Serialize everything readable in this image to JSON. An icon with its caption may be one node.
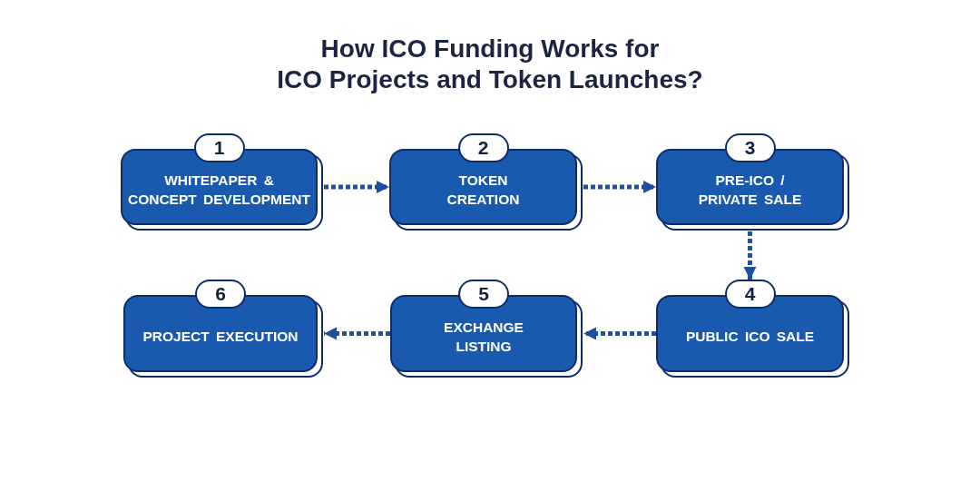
{
  "diagram": {
    "title": "How ICO Funding Works for ICO Projects and Token Launches?",
    "nodes": [
      {
        "text": [
          "1",
          "WHITEPAPER & CONCEPT DEVELOPMENT"
        ]
      },
      {
        "text": [
          "2",
          "TOKEN CREATION"
        ]
      },
      {
        "text": [
          "3",
          "PRE-ICO / PRIVATE SALE"
        ]
      },
      {
        "text": [
          "4",
          "PUBLIC ICO SALE"
        ]
      },
      {
        "text": [
          "5",
          "EXCHANGE LISTING"
        ]
      },
      {
        "text": [
          "6",
          "PROJECT EXECUTION"
        ]
      }
    ],
    "edges": [
      {
        "from": 0,
        "to": 1,
        "arrow": "to",
        "style": "dashed"
      },
      {
        "from": 1,
        "to": 2,
        "arrow": "to",
        "style": "dashed"
      },
      {
        "from": 2,
        "to": 3,
        "arrow": "to",
        "style": "dashed"
      },
      {
        "from": 3,
        "to": 4,
        "arrow": "to",
        "style": "dashed"
      },
      {
        "from": 4,
        "to": 5,
        "arrow": "to",
        "style": "dashed"
      }
    ]
  }
}
